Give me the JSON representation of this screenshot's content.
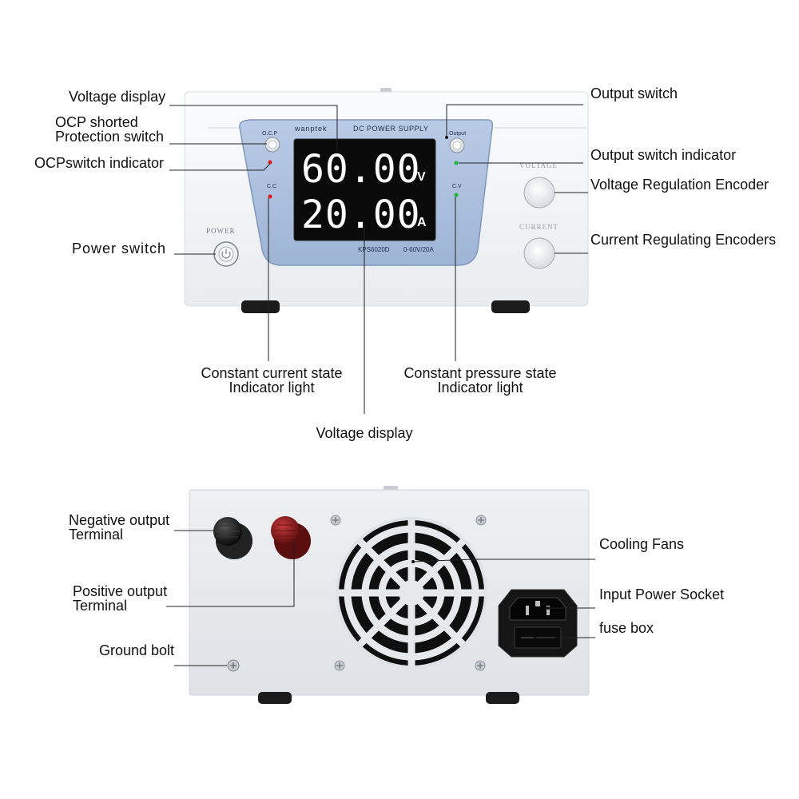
{
  "front": {
    "brand": "wanptek",
    "panel_title": "DC POWER SUPPLY",
    "ocp_label": "O.C.P",
    "cc_label": "C.C",
    "output_label": "Output",
    "cv_label": "C.V",
    "voltage_knob_label": "VOLTAGE",
    "current_knob_label": "CURRENT",
    "power_label": "POWER",
    "voltage_reading": "60.00",
    "voltage_unit": "V",
    "current_reading": "20.00",
    "current_unit": "A",
    "model": "KPS6020D",
    "range": "0-60V/20A"
  },
  "labels": {
    "voltage_display_top": "Voltage display",
    "ocp_shorted_1": "OCP shorted",
    "ocp_shorted_2": "Protection switch",
    "ocp_indicator": "OCPswitch indicator",
    "power_switch": "Power switch",
    "output_switch": "Output switch",
    "output_indicator": "Output switch indicator",
    "voltage_encoder": "Voltage Regulation Encoder",
    "current_encoder": "Current Regulating Encoders",
    "cc_state_1": "Constant current state",
    "cc_state_2": "Indicator light",
    "cp_state_1": "Constant pressure state",
    "cp_state_2": "Indicator light",
    "voltage_display_bottom": "Voltage display",
    "negative_1": "Negative output",
    "negative_2": "Terminal",
    "positive_1": "Positive output",
    "positive_2": "Terminal",
    "ground_bolt": "Ground bolt",
    "cooling_fans": "Cooling Fans",
    "input_socket": "Input Power Socket",
    "fuse_box": "fuse box"
  },
  "colors": {
    "panel_blue": "#a9bedc",
    "display_red_led": "#e01818",
    "display_green_led": "#1fb53a",
    "positive_terminal": "#8b1a1a",
    "negative_terminal": "#1a1a1a",
    "case_white": "#f2f3f5",
    "rear_grey": "#e6e8eb"
  }
}
